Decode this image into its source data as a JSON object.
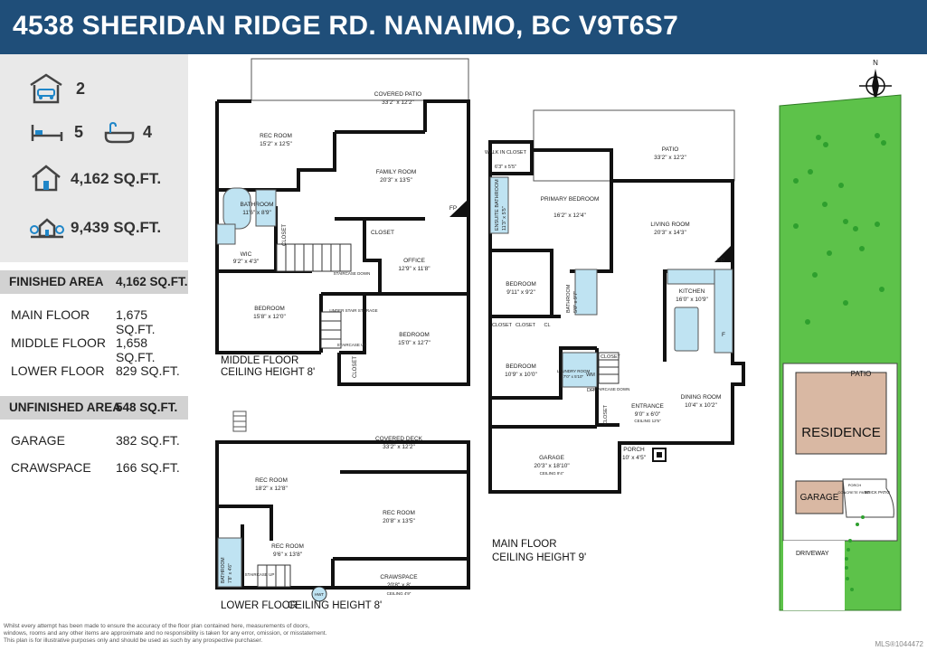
{
  "header": {
    "title": "4538 SHERIDAN RIDGE RD. NANAIMO, BC V9T6S7"
  },
  "stats": {
    "garage_count": "2",
    "bedrooms": "5",
    "bathrooms": "4",
    "house_area": "4,162 SQ.FT.",
    "lot_area": "9,439 SQ.FT."
  },
  "finished": {
    "label": "FINISHED AREA",
    "value": "4,162 SQ.FT.",
    "rows": [
      {
        "label": "MAIN FLOOR",
        "value": "1,675 SQ.FT."
      },
      {
        "label": "MIDDLE FLOOR",
        "value": "1,658 SQ.FT."
      },
      {
        "label": "LOWER FLOOR",
        "value": "829 SQ.FT."
      }
    ]
  },
  "unfinished": {
    "label": "UNFINISHED AREA",
    "value": "548 SQ.FT.",
    "rows": [
      {
        "label": "GARAGE",
        "value": "382 SQ.FT."
      },
      {
        "label": "CRAWSPACE",
        "value": "166 SQ.FT."
      }
    ]
  },
  "middle_floor": {
    "caption1": "MIDDLE FLOOR",
    "caption2": "CEILING HEIGHT 8'",
    "covered_patio": "COVERED PATIO",
    "covered_patio_dim": "33'2\" x 12'2\"",
    "rec_room": "REC ROOM",
    "rec_room_dim": "15'2\" x 12'5\"",
    "family_room": "FAMILY ROOM",
    "family_room_dim": "20'3\" x 13'5\"",
    "bathroom": "BATHROOM",
    "bathroom_dim": "11'6\" x 8'9\"",
    "fp": "FP",
    "closet": "CLOSET",
    "wic": "WIC",
    "wic_dim": "9'2\" x 4'3\"",
    "office": "OFFICE",
    "office_dim": "12'9\" x 11'8\"",
    "staircase_down": "STAIRCASE DOWN",
    "bedroom1": "BEDROOM",
    "bedroom1_dim": "15'8\" x 12'0\"",
    "under_stair": "UNDER STAIR STORAGE",
    "staircase_up": "STAIRCASE UP",
    "bedroom2": "BEDROOM",
    "bedroom2_dim": "15'0\" x 12'7\"",
    "closet2": "CLOSET",
    "closet3": "CLOSET"
  },
  "main_floor": {
    "caption1": "MAIN FLOOR",
    "caption2": "CEILING HEIGHT 9'",
    "walk_in": "WALK IN CLOSET",
    "walk_in_dim": "6'3\" x 5'5\"",
    "patio": "PATIO",
    "patio_dim": "33'2\" x 12'2\"",
    "primary": "PRIMARY BEDROOM",
    "primary_dim": "16'2\" x 12'4\"",
    "ensuite": "ENSUITE BATHROOM",
    "ensuite_dim": "11'3\" x 5'5\"",
    "living": "LIVING ROOM",
    "living_dim": "20'3\" x 14'3\"",
    "fp": "FP",
    "bedroom_a": "BEDROOM",
    "bedroom_a_dim": "9'11\" x 9'2\"",
    "bathroom": "BATHROOM",
    "bathroom_dim": "5'0\" x 9'7\"",
    "kitchen": "KITCHEN",
    "kitchen_dim": "16'0\" x 10'9\"",
    "closet": "CLOSET",
    "cl": "CL",
    "bedroom_b": "BEDROOM",
    "bedroom_b_dim": "10'9\" x 10'0\"",
    "laundry": "LAUNDRY ROOM",
    "laundry_dim": "7'0\" x 5'10\"",
    "wm": "WM",
    "dr": "DR",
    "staircase_down": "STAIRCASE DOWN",
    "dining": "DINING ROOM",
    "dining_dim": "10'4\" x 10'2\"",
    "entrance": "ENTRANCE",
    "entrance_dim": "9'0\" x 6'0\"",
    "entrance_ceiling": "CEILING 12'5\"",
    "garage": "GARAGE",
    "garage_dim": "20'3\" x 18'10\"",
    "garage_ceiling": "CEILING 9'4\"",
    "porch": "PORCH",
    "porch_dim": "10' x 4'5\"",
    "f": "F"
  },
  "lower_floor": {
    "caption1": "LOWER FLOOR",
    "caption2": "CEILING HEIGHT 8'",
    "covered_deck": "COVERED DECK",
    "covered_deck_dim": "33'2\" x 12'2\"",
    "rec_room1": "REC ROOM",
    "rec_room1_dim": "18'2\" x 12'8\"",
    "rec_room2": "REC ROOM",
    "rec_room2_dim": "20'8\" x 13'5\"",
    "rec_room3": "REC ROOM",
    "rec_room3_dim": "9'6\" x 13'8\"",
    "bathroom": "BATHROOM",
    "bathroom_dim": "7'8\" x 4'6\"",
    "crawspace": "CRAWSPACE",
    "crawspace_dim": "20'8\" x 8'",
    "crawspace_ceiling": "CEILING 4'9\"",
    "staircase_up": "STAIRCASE UP",
    "hwt": "HWT"
  },
  "site": {
    "north": "N",
    "residence": "RESIDENCE",
    "garage": "GARAGE",
    "patio": "PATIO",
    "porch": "PORCH",
    "concrete_patio": "CONCRETE PATIO",
    "brick_patio": "BRICK PATIO",
    "driveway": "DRIVEWAY"
  },
  "footer": {
    "disclaimer1": "Whilst every attempt has been made to ensure the accuracy of the floor plan contained here, measurements of doors,",
    "disclaimer2": "windows, rooms and any other items are approximate and no responsibility is taken for any error, omission, or misstatement.",
    "disclaimer3": "This plan is for illustrative purposes only and should be used as such by any prospective purchaser.",
    "mls": "MLS®1044472"
  },
  "colors": {
    "banner": "#1f4e79",
    "water": "#bfe3f2",
    "grass": "#5dc24a",
    "residence": "#d9b8a3"
  }
}
